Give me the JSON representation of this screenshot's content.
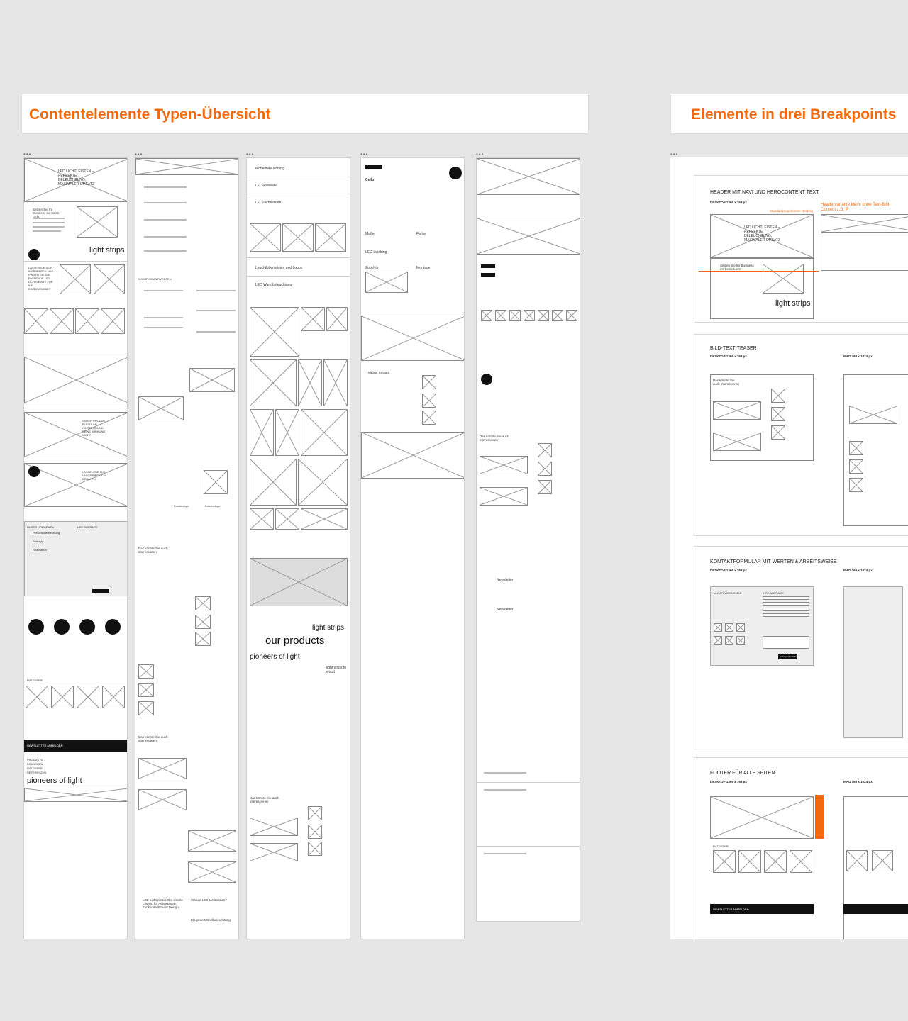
{
  "banners": {
    "left": "Contentelemente Typen-Übersicht",
    "right": "Elemente in drei Breakpoints"
  },
  "col1": {
    "hero": "LED LICHTLEISTEN – PERFEKTE BELEUCHTUNG, MAXIMALER UMSATZ",
    "intro": "Setzen Sie Ihr Business ins beste Licht!",
    "light_strips": "light strips",
    "cta": "LASSEN SIE SICH INSPIRIEREN UND FINDEN SIE DIE PASSENDE LED-LICHTLEISTE FÜR IHR EINSATZGEBIET",
    "product": "UNSER PRODUKT BLEIBT IM HINTERGRUND, SEINE WIRKUNG NICHT",
    "beraten": "LASSEN SIE SICH UNVERBINDLICH BERATEN",
    "vorgehen": "UNSER VORGEHEN",
    "anfrage": "IHRE ANFRAGE",
    "steps": [
      "Persönliche Beratung",
      "Prototyp",
      "Realisation"
    ],
    "ratgeber": "RATGEBER",
    "newsletter": "NEWSLETTER ANMELDEN",
    "footer_links": [
      "PRODUKTE",
      "BRANCHEN",
      "RATGEBER",
      "REFERENZEN"
    ],
    "pioneers": "pioneers of light"
  },
  "col2": {
    "faq": "WICHTIGE ANTWORTEN",
    "interest": "Das könnte Sie auch interessieren",
    "kundenlogo": "Kundenlogo",
    "bottom_title": "LED-Lichtleisten: Die smarte Lösung für Atmosphäre, Funktionalität und Design",
    "warum": "Warum LED-Lichtleisten?",
    "moebel": "Elegante Möbelbeleuchtung"
  },
  "col3": {
    "items": [
      "Möbelbeleuchtung",
      "LED-Paneele",
      "LED-Lichtleisten",
      "Leuchtfolienleisten und Logos",
      "LED Wandbeleuchtung"
    ],
    "light_strips": "light strips",
    "our_products": "our products",
    "pioneers": "pioneers of light",
    "to_wood": "light strips to wood",
    "interest": "Das könnte Sie auch interessieren"
  },
  "col4": {
    "product": "Cellu",
    "masse": "Maße",
    "farbe": "Farbe",
    "leistung": "LED-Leistung",
    "zubehoer": "Zubehör",
    "montage": "Montage",
    "einsatz": "Idealer Einsatz"
  },
  "col5": {
    "interest": "Das könnte Sie auch interessieren",
    "newsletter": "Newsletter"
  },
  "right": {
    "sections": [
      {
        "title": "HEADER MIT NAVI UND HEROCONTENT TEXT",
        "left_label": "DESKTOP 1366 x 768 px",
        "note1": "Standardproportionen Desktop",
        "note2": "Headervariante klein: ohne Text-Bild-Content z.B. P",
        "hero": "LED LICHTLEISTEN – PERFEKTE BELEUCHTUNG, MAXIMALER UMSATZ",
        "intro": "Setzen Sie Ihr Business ins beste Licht!",
        "light_strips": "light strips"
      },
      {
        "title": "BILD-TEXT-TEASER",
        "left_label": "DESKTOP 1366 x 768 px",
        "right_label": "IPAD 768 x 1024 px",
        "interest": "Das könnte Sie auch interessieren"
      },
      {
        "title": "KONTAKTFORMULAR MIT WERTEN & ARBEITSWEISE",
        "left_label": "DESKTOP 1366 x 768 px",
        "right_label": "IPAD 768 x 1024 px",
        "vorgehen": "UNSER VORGEHEN",
        "anfrage": "IHRE ANFRAGE",
        "submit": "Anfrage abschicken"
      },
      {
        "title": "FOOTER FÜR ALLE SEITEN",
        "left_label": "DESKTOP 1366 x 768 px",
        "right_label": "IPAD 768 x 1024 px",
        "ratgeber": "RATGEBER",
        "newsletter": "NEWSLETTER ANMELDEN"
      }
    ]
  },
  "colors": {
    "accent": "#f26a10",
    "background": "#e6e6e6"
  }
}
